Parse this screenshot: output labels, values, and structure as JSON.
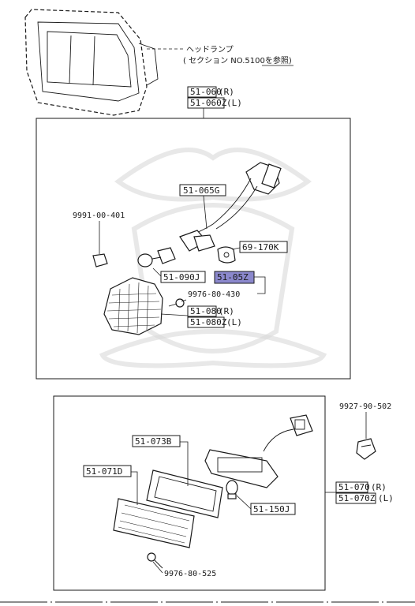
{
  "headlamp_note": {
    "line1": "ヘッドランプ",
    "line2": "( セクション NO.5100を参照)"
  },
  "upper_assembly": {
    "callout_r": "51-060",
    "callout_r_side": "(R)",
    "callout_l": "51-060Z",
    "callout_l_side": "(L)",
    "parts": {
      "harness": "51-065G",
      "clip": "9991-00-401",
      "socket_part": "69-170K",
      "bulb": "51-090J",
      "highlighted": "51-05Z",
      "screw": "9976-80-430",
      "lens_r": "51-080",
      "lens_r_side": "(R)",
      "lens_l": "51-080Z",
      "lens_l_side": "(L)"
    },
    "highlight_color": "#8b88cc"
  },
  "lower_assembly": {
    "callout_r": "51-070",
    "callout_r_side": "(R)",
    "callout_l": "51-070Z",
    "callout_l_side": "(L)",
    "parts": {
      "gasket": "51-073B",
      "lens": "51-071D",
      "bulb": "51-150J",
      "screw": "9976-80-525",
      "clip": "9927-90-502"
    }
  }
}
